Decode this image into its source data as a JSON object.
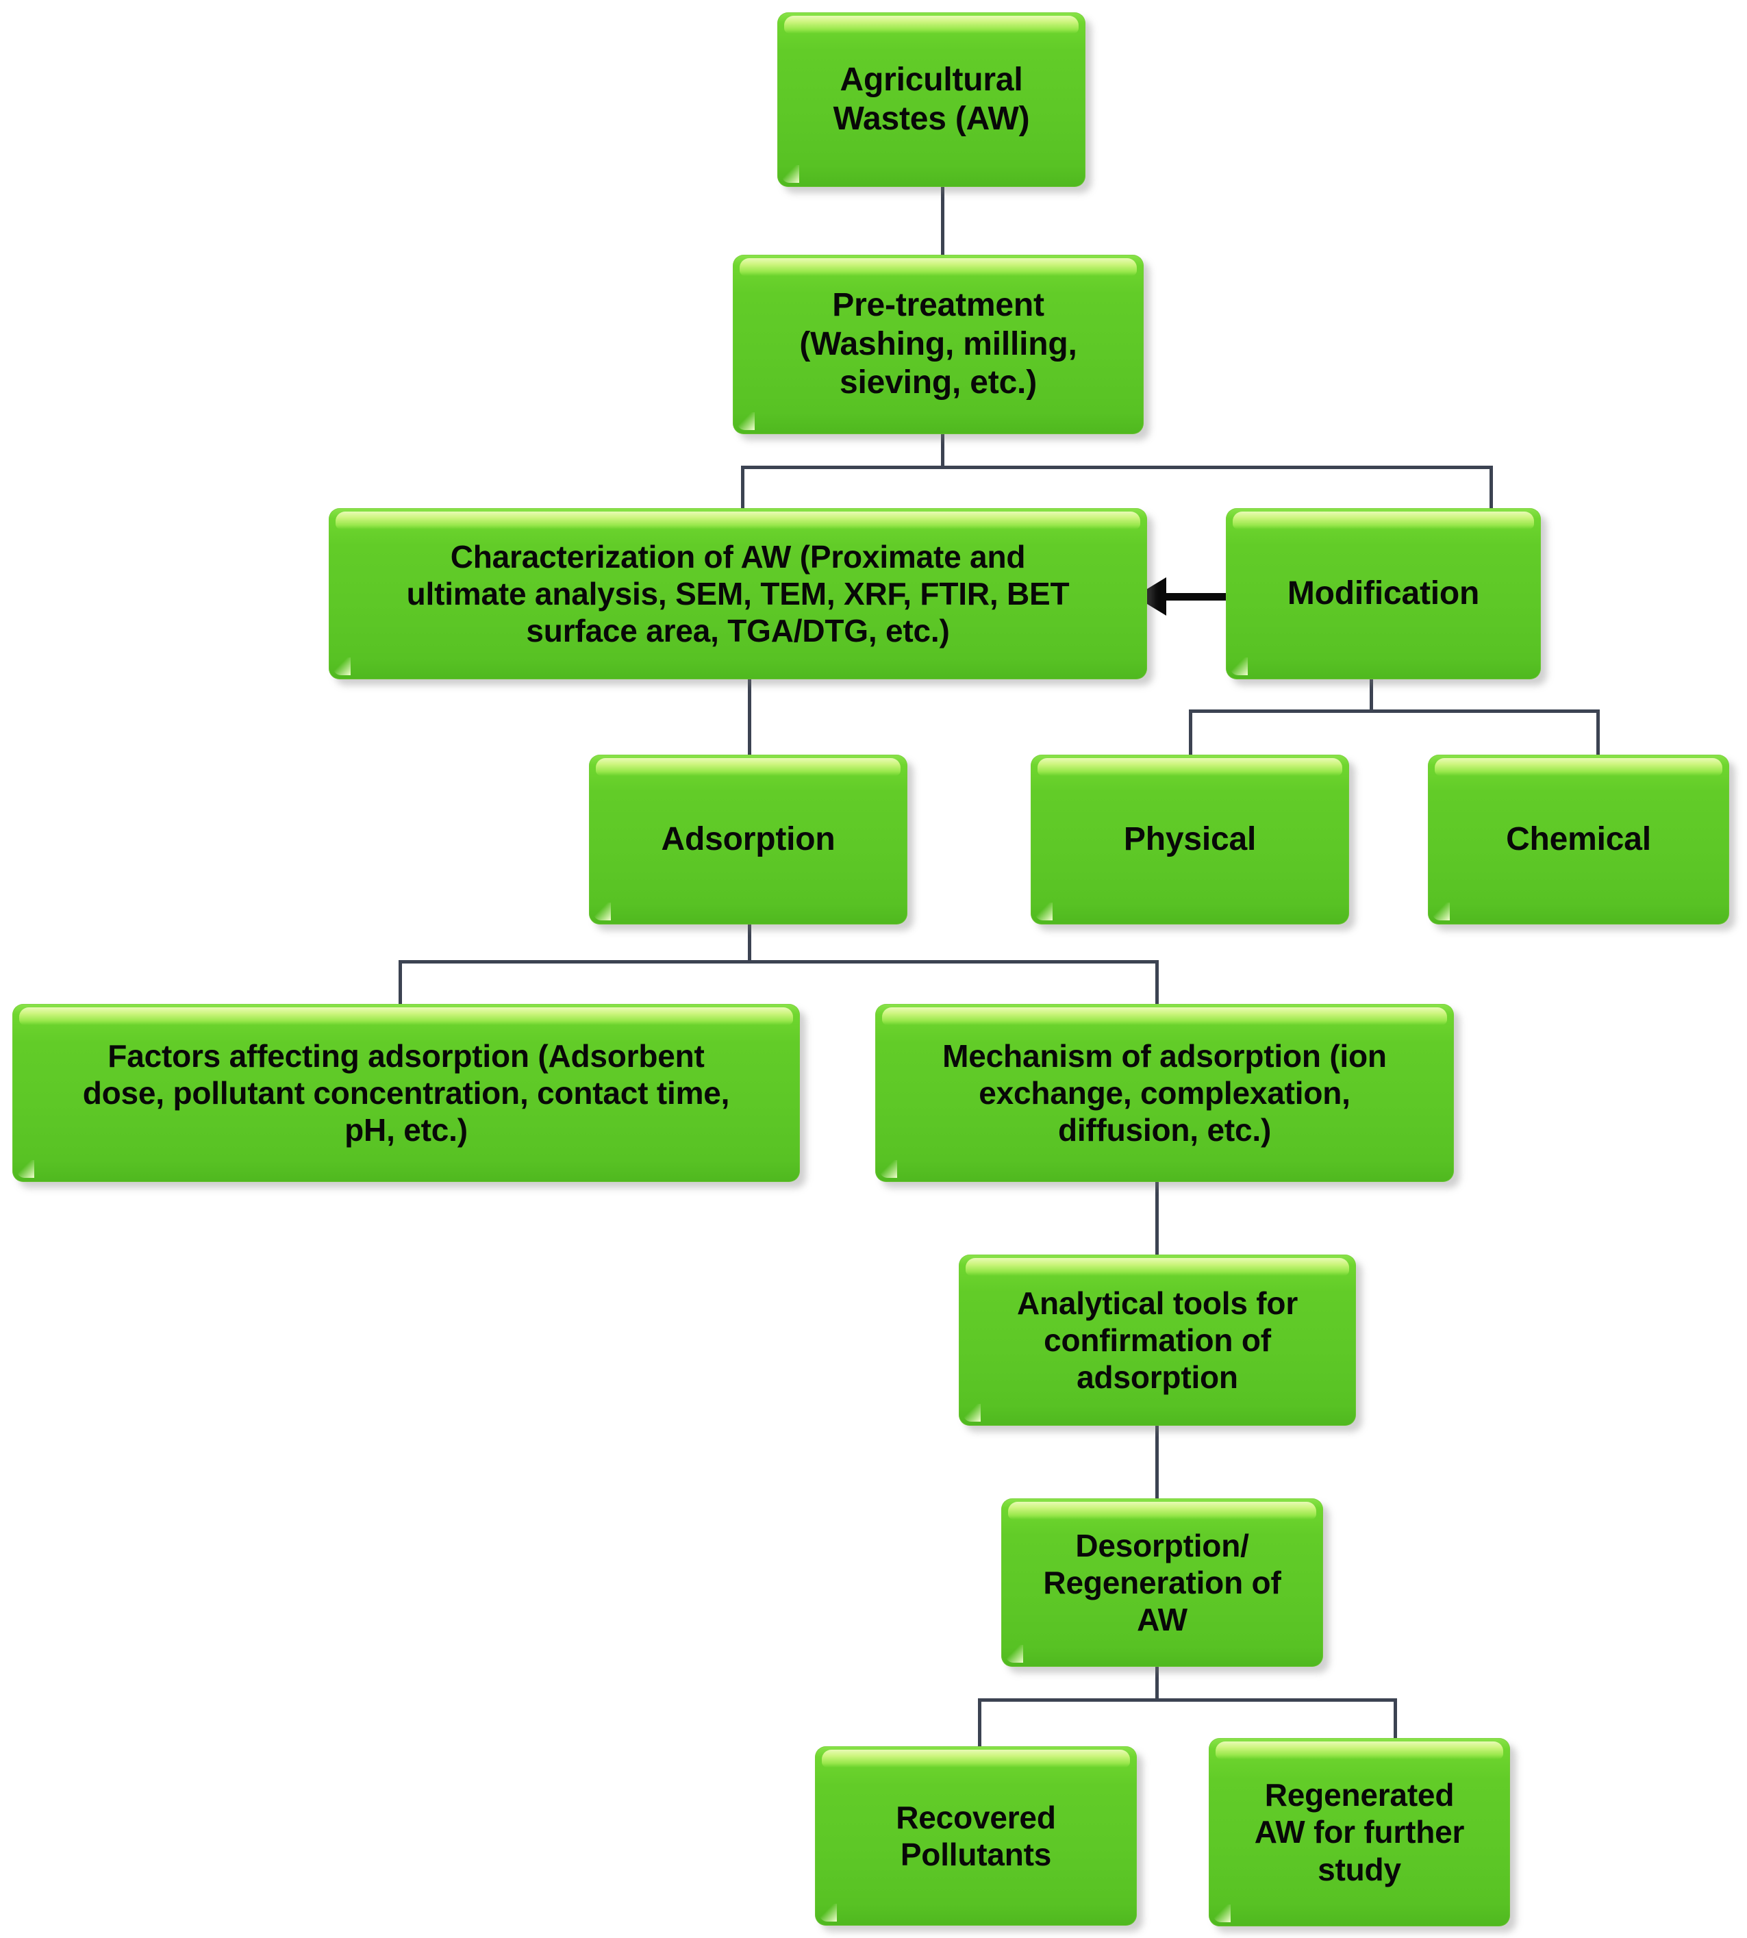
{
  "diagram": {
    "title": "Agricultural waste adsorption process flowchart",
    "palette": {
      "box_fill_light": "#8ae34a",
      "box_fill_main": "#5ec827",
      "box_fill_dark": "#4fb81f",
      "box_highlight": "#cdf57e",
      "connector": "#3c4352",
      "arrow": "#0a0a0a",
      "text": "#080808",
      "background": "#ffffff"
    },
    "nodes": [
      {
        "id": "agricultural-wastes",
        "label": "Agricultural\nWastes (AW)"
      },
      {
        "id": "pre-treatment",
        "label": "Pre-treatment\n(Washing, milling,\nsieving, etc.)"
      },
      {
        "id": "characterization",
        "label": "Characterization of AW (Proximate and\nultimate analysis, SEM, TEM, XRF, FTIR, BET\nsurface area, TGA/DTG, etc.)"
      },
      {
        "id": "modification",
        "label": "Modification"
      },
      {
        "id": "adsorption",
        "label": "Adsorption"
      },
      {
        "id": "physical",
        "label": "Physical"
      },
      {
        "id": "chemical",
        "label": "Chemical"
      },
      {
        "id": "factors",
        "label": "Factors affecting adsorption (Adsorbent\ndose, pollutant concentration, contact time,\npH, etc.)"
      },
      {
        "id": "mechanism",
        "label": "Mechanism of adsorption (ion\nexchange, complexation,\ndiffusion, etc.)"
      },
      {
        "id": "analytical-tools",
        "label": "Analytical tools for\nconfirmation of\nadsorption"
      },
      {
        "id": "desorption",
        "label": "Desorption/\nRegeneration of\nAW"
      },
      {
        "id": "recovered-pollutants",
        "label": "Recovered\nPollutants"
      },
      {
        "id": "regenerated-aw",
        "label": "Regenerated\nAW for further\nstudy"
      }
    ],
    "edges": [
      {
        "from": "agricultural-wastes",
        "to": "pre-treatment",
        "type": "line"
      },
      {
        "from": "pre-treatment",
        "to": "characterization",
        "type": "branch"
      },
      {
        "from": "pre-treatment",
        "to": "modification",
        "type": "branch"
      },
      {
        "from": "modification",
        "to": "characterization",
        "type": "arrow"
      },
      {
        "from": "characterization",
        "to": "adsorption",
        "type": "line"
      },
      {
        "from": "modification",
        "to": "physical",
        "type": "branch"
      },
      {
        "from": "modification",
        "to": "chemical",
        "type": "branch"
      },
      {
        "from": "adsorption",
        "to": "factors",
        "type": "branch"
      },
      {
        "from": "adsorption",
        "to": "mechanism",
        "type": "branch"
      },
      {
        "from": "mechanism",
        "to": "analytical-tools",
        "type": "line"
      },
      {
        "from": "analytical-tools",
        "to": "desorption",
        "type": "line"
      },
      {
        "from": "desorption",
        "to": "recovered-pollutants",
        "type": "branch"
      },
      {
        "from": "desorption",
        "to": "regenerated-aw",
        "type": "branch"
      }
    ]
  }
}
